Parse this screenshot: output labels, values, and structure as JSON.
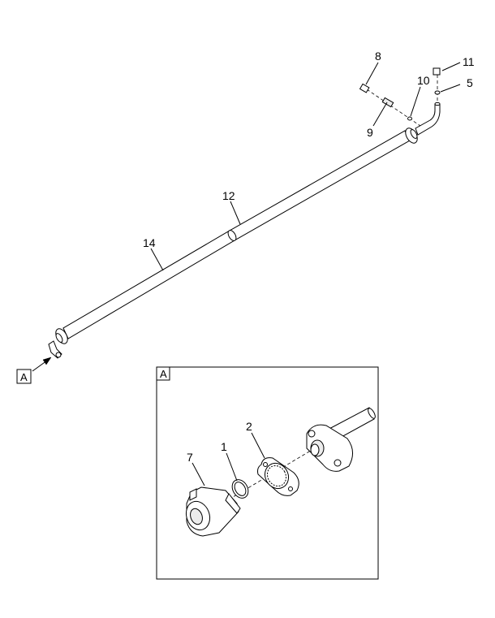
{
  "callouts": {
    "c8": "8",
    "c11": "11",
    "c10": "10",
    "c5": "5",
    "c9": "9",
    "c12": "12",
    "c14": "14",
    "c7": "7",
    "c1": "1",
    "c2": "2"
  },
  "detail_ref": {
    "main_label": "A",
    "box_label": "A"
  }
}
